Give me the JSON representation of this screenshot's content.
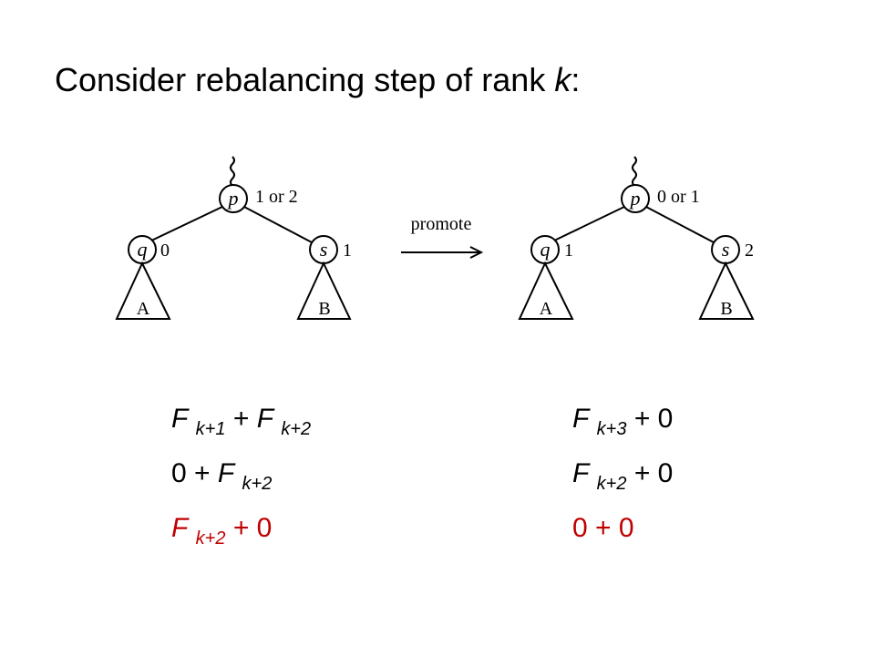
{
  "slide": {
    "title_prefix": "Consider rebalancing step of rank ",
    "title_var": "k",
    "title_suffix": ":"
  },
  "diagram": {
    "left_tree": {
      "root": {
        "label": "p",
        "rank_diff": "1 or 2"
      },
      "left_child": {
        "label": "q",
        "rank_diff": "0"
      },
      "right_child": {
        "label": "s",
        "rank_diff": "1"
      },
      "left_subtree": "A",
      "right_subtree": "B"
    },
    "arrow_label": "promote",
    "right_tree": {
      "root": {
        "label": "p",
        "rank_diff": "0 or 1"
      },
      "left_child": {
        "label": "q",
        "rank_diff": "1"
      },
      "right_child": {
        "label": "s",
        "rank_diff": "2"
      },
      "left_subtree": "A",
      "right_subtree": "B"
    }
  },
  "equations": {
    "left": [
      {
        "parts": [
          "F",
          "k+1",
          " + ",
          "F",
          "k+2"
        ],
        "color": "#000000"
      },
      {
        "parts": [
          "0 + ",
          "F",
          "k+2"
        ],
        "color": "#000000"
      },
      {
        "parts": [
          "F",
          "k+2",
          " + 0"
        ],
        "color": "#c00000"
      }
    ],
    "right": [
      {
        "parts": [
          "F",
          "k+3",
          " + 0"
        ],
        "color": "#000000"
      },
      {
        "parts": [
          "F",
          "k+2",
          " + 0"
        ],
        "color": "#000000"
      },
      {
        "parts": [
          "0 + 0"
        ],
        "color": "#c00000"
      }
    ]
  }
}
